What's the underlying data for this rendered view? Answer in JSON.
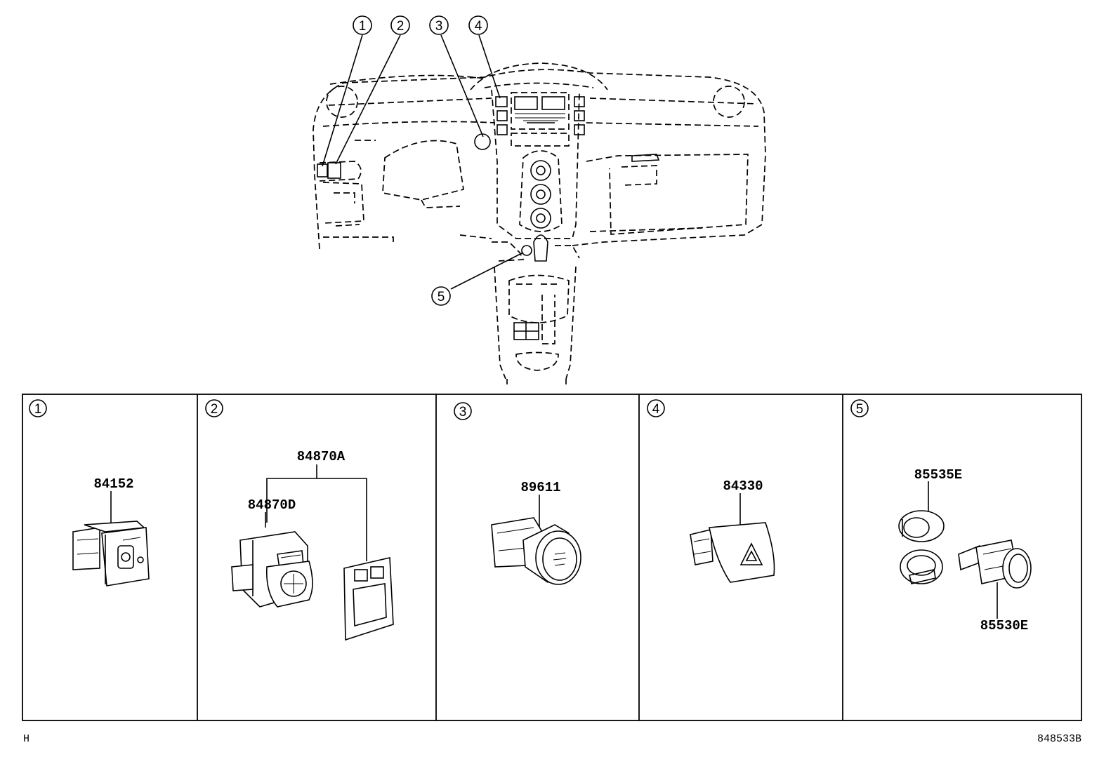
{
  "callouts": [
    "1",
    "2",
    "3",
    "4",
    "5"
  ],
  "panels": [
    {
      "number": "1",
      "parts": [
        "84152"
      ]
    },
    {
      "number": "2",
      "parts": [
        "84870A",
        "84870D"
      ]
    },
    {
      "number": "3",
      "parts": [
        "89611"
      ]
    },
    {
      "number": "4",
      "parts": [
        "84330"
      ]
    },
    {
      "number": "5",
      "parts": [
        "85535E",
        "85530E"
      ]
    }
  ],
  "corner_left": "H",
  "corner_right": "848533B"
}
